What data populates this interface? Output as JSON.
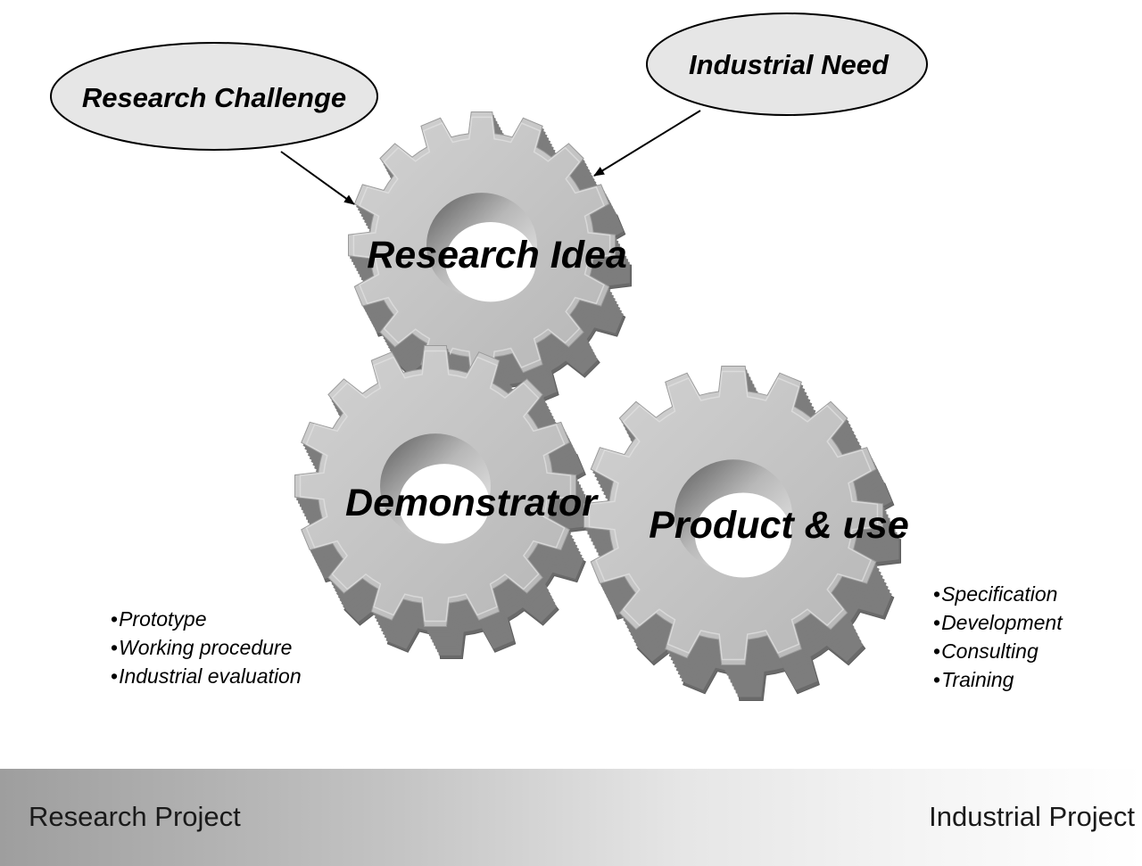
{
  "inputs": {
    "research_challenge": "Research Challenge",
    "industrial_need": "Industrial Need"
  },
  "gears": {
    "research_idea": "Research Idea",
    "demonstrator": "Demonstrator",
    "product_use": "Product & use"
  },
  "demonstrator_items": [
    "Prototype",
    "Working procedure",
    "Industrial evaluation"
  ],
  "product_items": [
    "Specification",
    "Development",
    "Consulting",
    "Training"
  ],
  "band": {
    "left_label": "Research Project",
    "right_label": "Industrial Project"
  },
  "colors": {
    "gear_face": "#c3c3c3",
    "gear_side": "#7d7d7d",
    "ellipse_fill": "#e6e6e6"
  }
}
